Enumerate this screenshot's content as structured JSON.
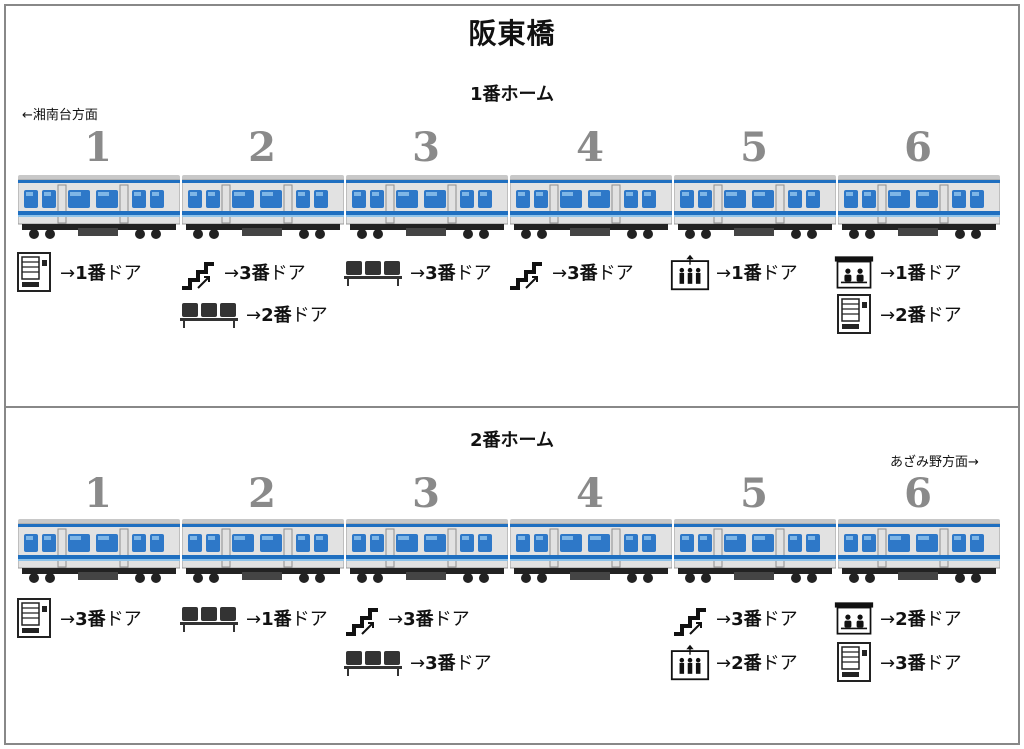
{
  "station": {
    "name": "阪東橋"
  },
  "colors": {
    "car_body": "#e2e2e2",
    "window_blue": "#2e78c8",
    "stripe_blue": "#1f6fc0",
    "stripe_light": "#8ec3ea",
    "undercarriage": "#222222",
    "car_number": "#8a8a8a"
  },
  "platforms": [
    {
      "label": "1番ホーム",
      "direction": "←湘南台方面",
      "cars": [
        {
          "number": "1",
          "facilities": [
            {
              "icon": "vending-machine-icon",
              "arrow": "→",
              "door": "1番",
              "suffix": "ドア"
            }
          ]
        },
        {
          "number": "2",
          "facilities": [
            {
              "icon": "stairs-icon",
              "arrow": "→",
              "door": "3番",
              "suffix": "ドア"
            },
            {
              "icon": "bench-icon",
              "arrow": "→",
              "door": "2番",
              "suffix": "ドア"
            }
          ]
        },
        {
          "number": "3",
          "facilities": [
            {
              "icon": "bench-icon",
              "arrow": "→",
              "door": "3番",
              "suffix": "ドア"
            }
          ]
        },
        {
          "number": "4",
          "facilities": [
            {
              "icon": "stairs-icon",
              "arrow": "→",
              "door": "3番",
              "suffix": "ドア"
            }
          ]
        },
        {
          "number": "5",
          "facilities": [
            {
              "icon": "elevator-icon",
              "arrow": "→",
              "door": "1番",
              "suffix": "ドア"
            }
          ]
        },
        {
          "number": "6",
          "facilities": [
            {
              "icon": "waiting-room-icon",
              "arrow": "→",
              "door": "1番",
              "suffix": "ドア"
            },
            {
              "icon": "vending-machine-icon",
              "arrow": "→",
              "door": "2番",
              "suffix": "ドア"
            }
          ]
        }
      ]
    },
    {
      "label": "2番ホーム",
      "direction": "あざみ野方面→",
      "cars": [
        {
          "number": "1",
          "facilities": [
            {
              "icon": "vending-machine-icon",
              "arrow": "→",
              "door": "3番",
              "suffix": "ドア"
            }
          ]
        },
        {
          "number": "2",
          "facilities": [
            {
              "icon": "bench-icon",
              "arrow": "→",
              "door": "1番",
              "suffix": "ドア"
            }
          ]
        },
        {
          "number": "3",
          "facilities": [
            {
              "icon": "stairs-icon",
              "arrow": "→",
              "door": "3番",
              "suffix": "ドア"
            },
            {
              "icon": "bench-icon",
              "arrow": "→",
              "door": "3番",
              "suffix": "ドア"
            }
          ]
        },
        {
          "number": "4",
          "facilities": []
        },
        {
          "number": "5",
          "facilities": [
            {
              "icon": "stairs-icon",
              "arrow": "→",
              "door": "3番",
              "suffix": "ドア"
            },
            {
              "icon": "elevator-icon",
              "arrow": "→",
              "door": "2番",
              "suffix": "ドア"
            }
          ]
        },
        {
          "number": "6",
          "facilities": [
            {
              "icon": "waiting-room-icon",
              "arrow": "→",
              "door": "2番",
              "suffix": "ドア"
            },
            {
              "icon": "vending-machine-icon",
              "arrow": "→",
              "door": "3番",
              "suffix": "ドア"
            }
          ]
        }
      ]
    }
  ]
}
